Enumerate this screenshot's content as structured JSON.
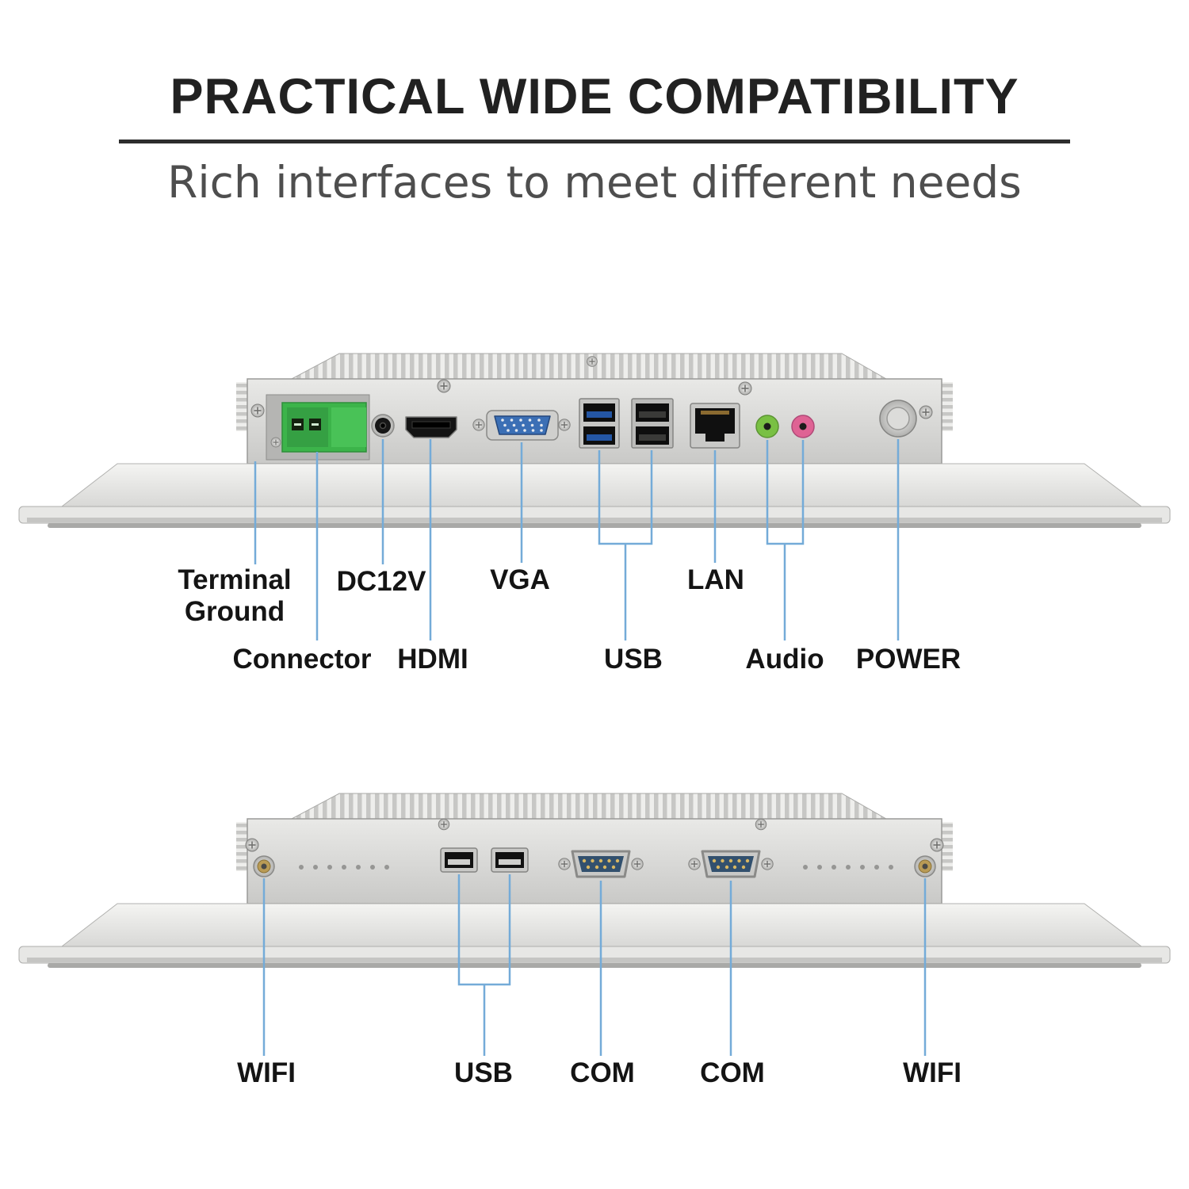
{
  "header": {
    "title": "PRACTICAL WIDE COMPATIBILITY",
    "subtitle": "Rich interfaces to meet different needs"
  },
  "top_view": {
    "labels": {
      "terminal_ground": "Terminal Ground",
      "connector": "Connector",
      "dc12v": "DC12V",
      "hdmi": "HDMI",
      "vga": "VGA",
      "usb": "USB",
      "lan": "LAN",
      "audio": "Audio",
      "power": "POWER"
    }
  },
  "bottom_view": {
    "labels": {
      "wifi_left": "WIFI",
      "usb": "USB",
      "com_left": "COM",
      "com_right": "COM",
      "wifi_right": "WIFI"
    }
  },
  "colors": {
    "callout": "#74abd8",
    "terminal_green": "#3cb44a",
    "vga_blue": "#3b6fb5",
    "usb3_blue": "#2456a4",
    "audio_green": "#79c043",
    "audio_pink": "#df6394"
  }
}
